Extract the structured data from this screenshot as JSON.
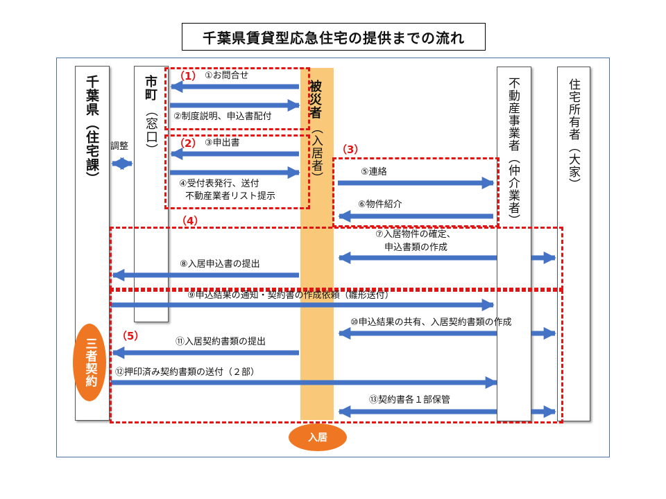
{
  "title": "千葉県賃貸型応急住宅の提供までの流れ",
  "colors": {
    "arrow": "#4472c4",
    "dashed_box": "#e31414",
    "entry_bar": "#f9c979",
    "oval": "#ef7723",
    "frame": "#4f6fa8"
  },
  "lanes": {
    "pref": "千葉県（住宅課）",
    "city_main": "市町",
    "city_sub": "（窓口）",
    "victim_main": "被災者",
    "victim_sub": "（入居者）",
    "agent": "不動産事業者（仲介業者）",
    "owner": "住宅所有者（大家）"
  },
  "coordination": "調整",
  "sections": [
    "（1）",
    "（2）",
    "（3）",
    "（4）",
    "（5）"
  ],
  "steps": {
    "s1": "①お問合せ",
    "s2": "②制度説明、申込書配付",
    "s3": "③申出書",
    "s4a": "④受付表発行、送付",
    "s4b": "不動産業者リスト提示",
    "s5": "⑤連絡",
    "s6": "⑥物件紹介",
    "s7a": "⑦入居物件の確定、",
    "s7b": "申込書類の作成",
    "s8": "⑧入居申込書の提出",
    "s9": "⑨申込結果の通知・契約書の作成依頼（雛形送付）",
    "s10": "⑩申込結果の共有、入居契約書類の作成",
    "s11": "⑪入居契約書類の提出",
    "s12": "⑫押印済み契約書類の送付（２部）",
    "s13": "⑬契約書各１部保管"
  },
  "ovals": {
    "contract": "三者契約",
    "move_in": "入居"
  }
}
